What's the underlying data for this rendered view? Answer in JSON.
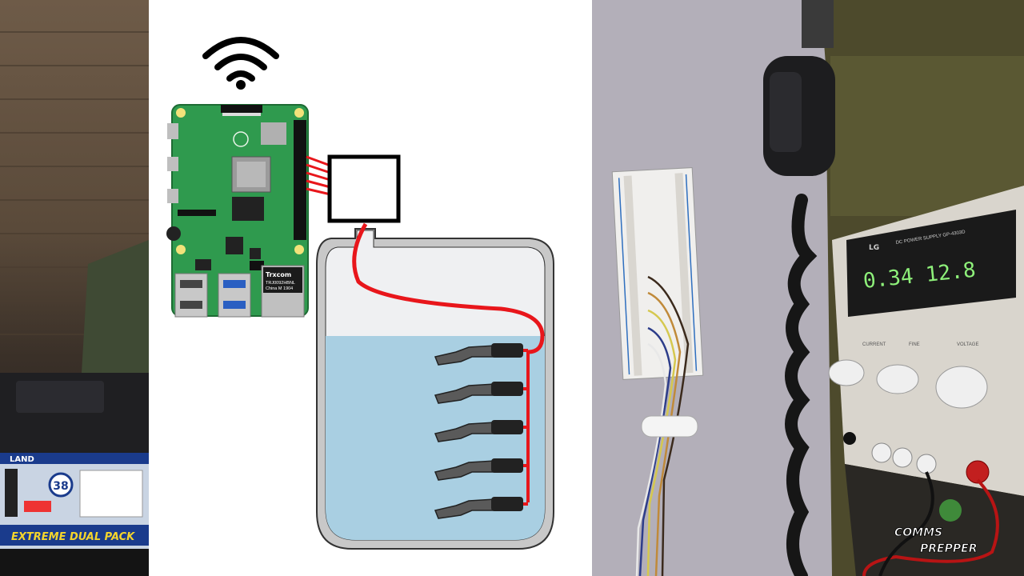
{
  "left_photo": {
    "box_brand": "LAND",
    "channel_count": "38",
    "box_tagline": "EXTREME DUAL PACK"
  },
  "diagram": {
    "board_brand": "Trxcom",
    "board_chip_line1": "TRJ0092HBNL",
    "board_chip_line2": "China M 1904",
    "probe_count": 5
  },
  "right_photo": {
    "psu_brand": "LG",
    "psu_title": "DC POWER SUPPLY GP-4303D",
    "current_reading": "0.34",
    "voltage_reading": "12.8",
    "knob_labels": [
      "CURRENT",
      "FINE",
      "VOLTAGE"
    ],
    "watermark_line1": "COMMS",
    "watermark_line2": "PREPPER"
  },
  "colors": {
    "wire_red": "#e8161b",
    "water_blue": "#a9cfe2",
    "board_green": "#2f9a4e",
    "display_green": "#8ef07a"
  }
}
